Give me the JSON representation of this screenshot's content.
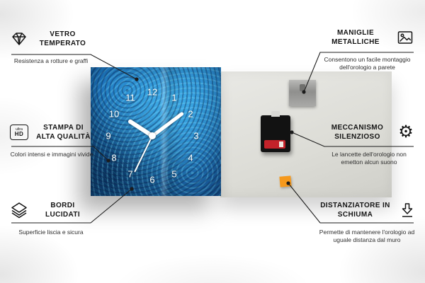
{
  "product": "wall clock feature infographic",
  "colors": {
    "clock_front_blue": "#1b72c0",
    "clock_front_blue_light": "#3fa9e8",
    "clock_front_blue_dark": "#0a2f5c",
    "back_panel_gray": "#dcdcd6",
    "mechanism_black": "#121212",
    "battery_red": "#c3222a",
    "foam_spacer_orange": "#f5991d",
    "line_color": "#1c1c1c"
  },
  "callouts": {
    "vetro": {
      "title": "VETRO TEMPERATO",
      "desc": "Resistenza a rotture e graffi"
    },
    "stampa": {
      "title": "STAMPA DI ALTA QUALITÀ",
      "desc": "Colori intensi e immagini vivide"
    },
    "bordi": {
      "title": "BORDI LUCIDATI",
      "desc": "Superficie liscia e sicura"
    },
    "maniglie": {
      "title": "MANIGLIE METALLICHE",
      "desc": "Consentono un facile montaggio dell'orologio a parete"
    },
    "meccanismo": {
      "title": "MECCANISMO SILENZIOSO",
      "desc": "Le lancette dell'orologio non emetton alcun suono"
    },
    "distanziatore": {
      "title": "DISTANZIATORE IN SCHIUMA",
      "desc": "Permette di mantenere l'orologio ad uguale distanza dal muro"
    }
  },
  "icons": {
    "ultra_top": "ultra",
    "ultra_bottom": "HD",
    "gear": "⚙"
  },
  "clock": {
    "numbers": [
      "1",
      "2",
      "3",
      "4",
      "5",
      "6",
      "7",
      "8",
      "9",
      "10",
      "11",
      "12"
    ],
    "time_shown": "10:10"
  }
}
